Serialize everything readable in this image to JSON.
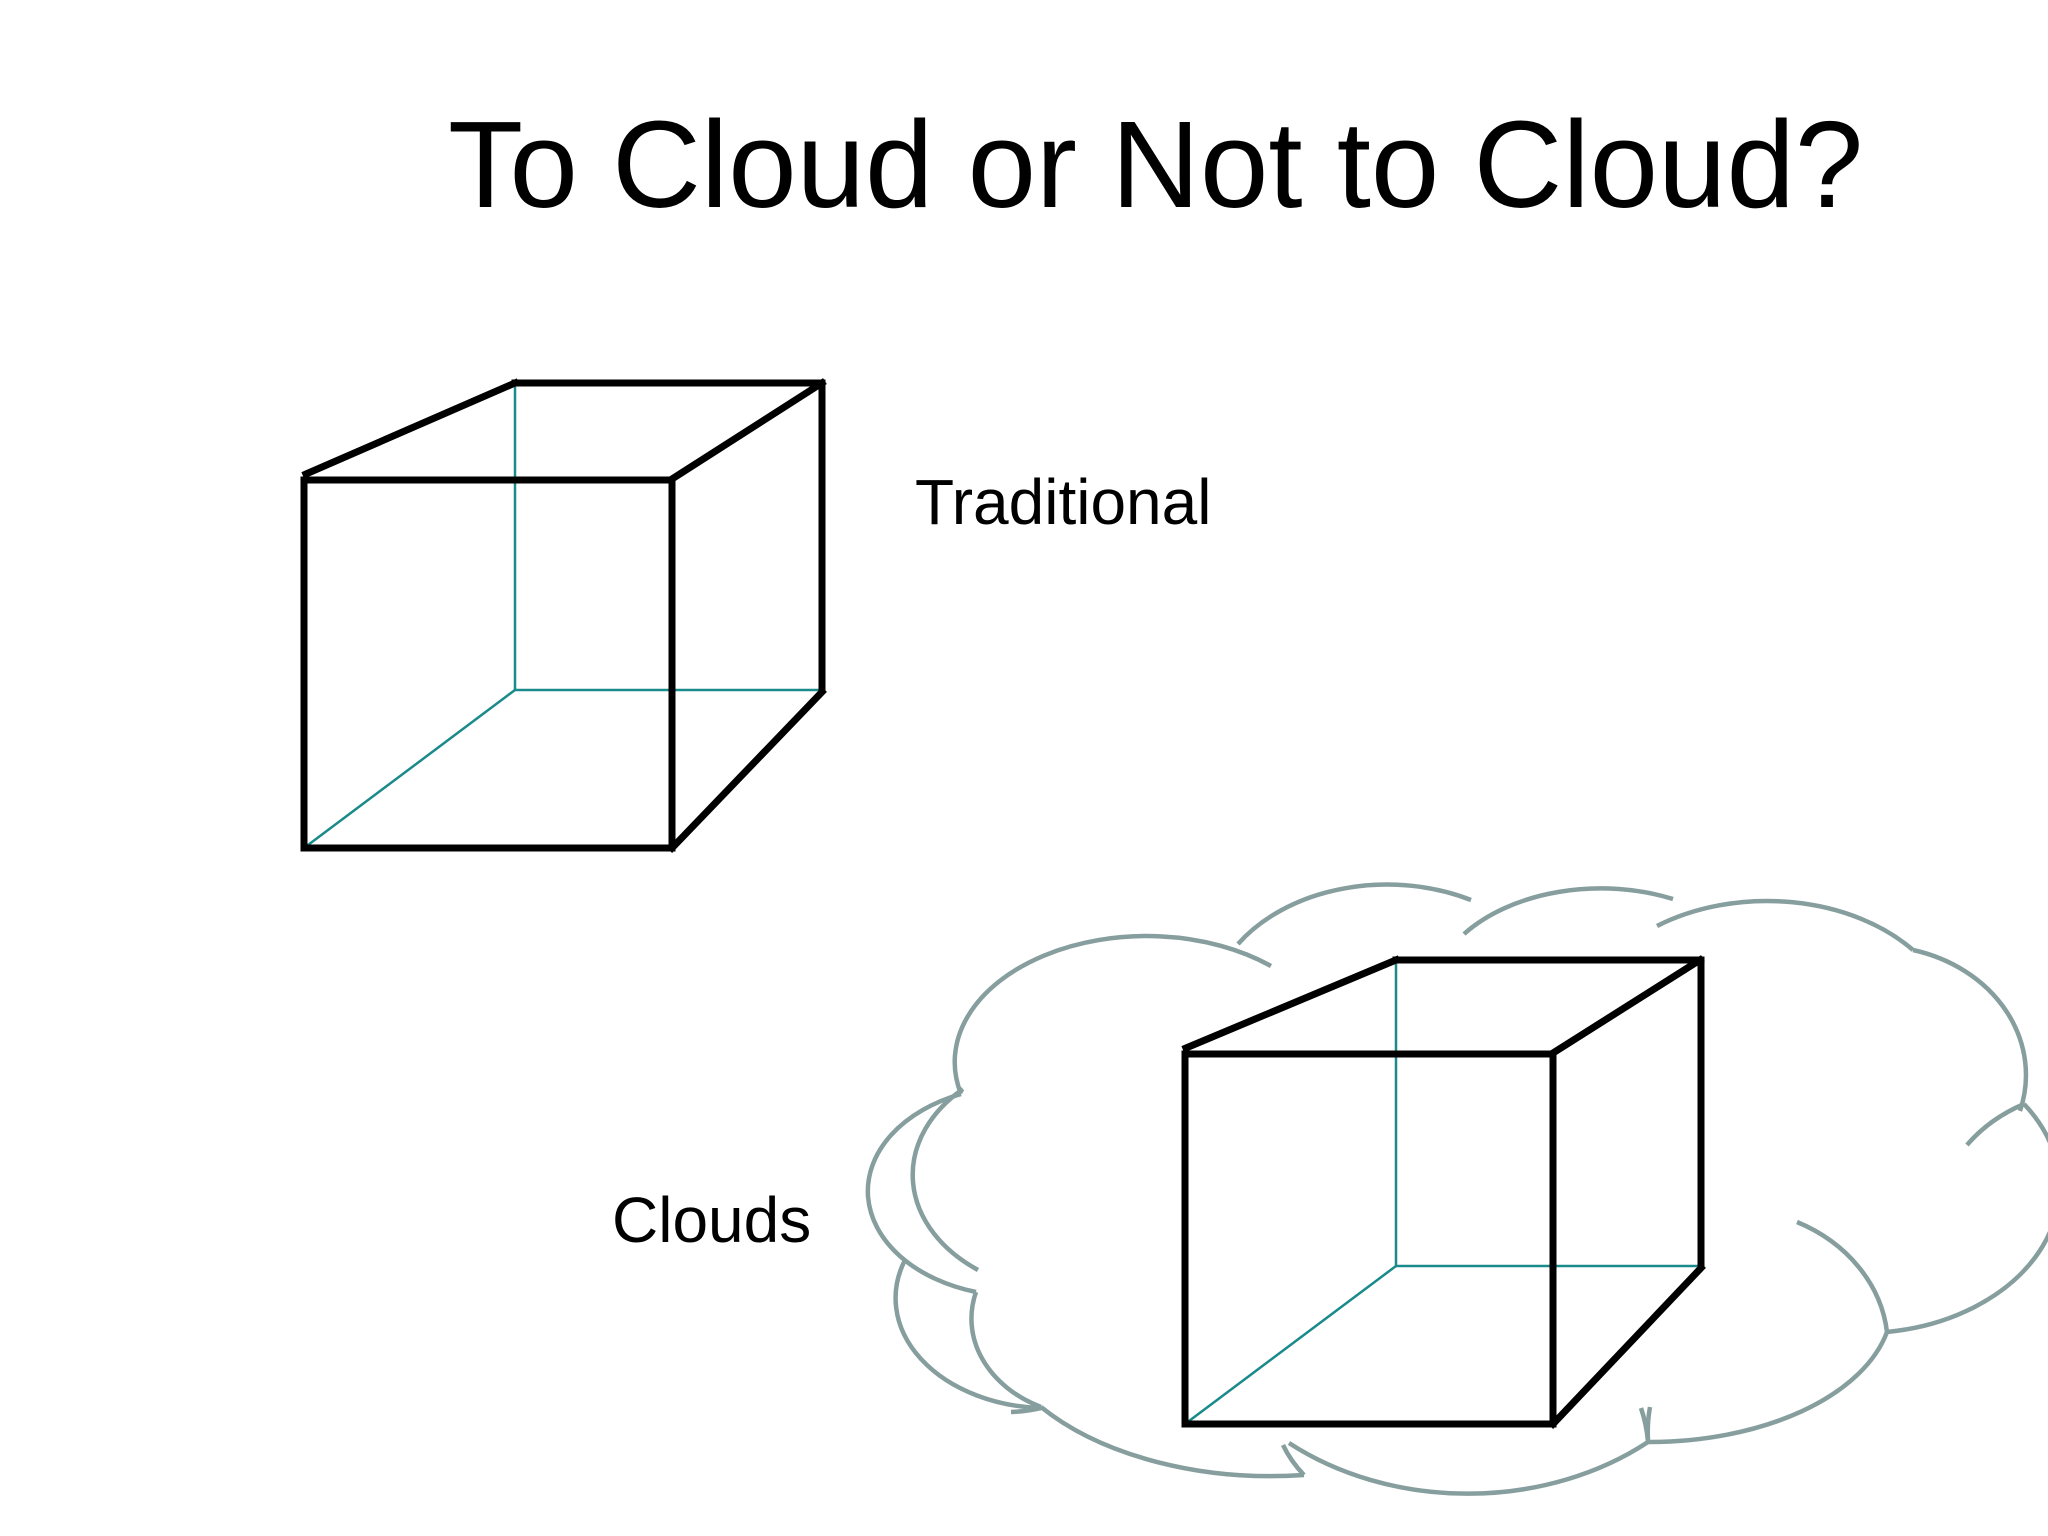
{
  "slide": {
    "title": "To Cloud or Not to Cloud?",
    "labels": {
      "traditional": "Traditional",
      "clouds": "Clouds"
    }
  },
  "colors": {
    "cube_edge": "#000000",
    "hidden_edge": "#1a8a8a",
    "cloud_outline": "#879e9e"
  },
  "icons": {
    "traditional_cube": "wireframe-cube-icon",
    "cloud_cube": "wireframe-cube-icon",
    "cloud_shape": "cloud-outline-icon"
  }
}
